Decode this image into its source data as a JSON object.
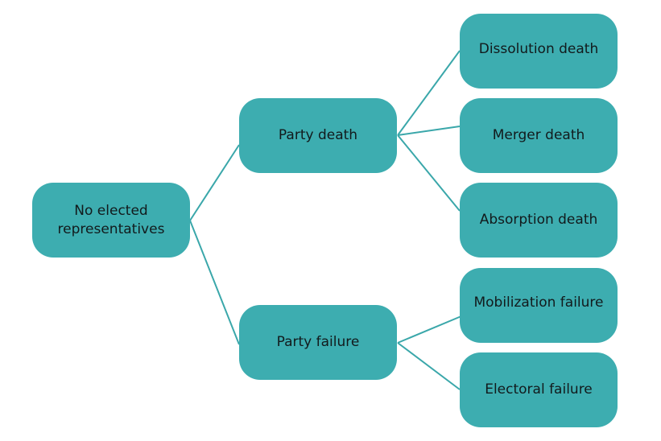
{
  "diagram": {
    "colors": {
      "node_fill": "#3dadb0",
      "connector": "#3aa7aa",
      "text": "#121a1c"
    },
    "root": {
      "id": "root",
      "label": "No elected representatives"
    },
    "branches": [
      {
        "id": "death",
        "label": "Party death",
        "children": [
          {
            "id": "dissolution",
            "label": "Dissolution death"
          },
          {
            "id": "merger",
            "label": "Merger death"
          },
          {
            "id": "absorption",
            "label": "Absorption death"
          }
        ]
      },
      {
        "id": "failure",
        "label": "Party failure",
        "children": [
          {
            "id": "mobilization",
            "label": "Mobilization failure"
          },
          {
            "id": "electoral",
            "label": "Electoral failure"
          }
        ]
      }
    ]
  }
}
